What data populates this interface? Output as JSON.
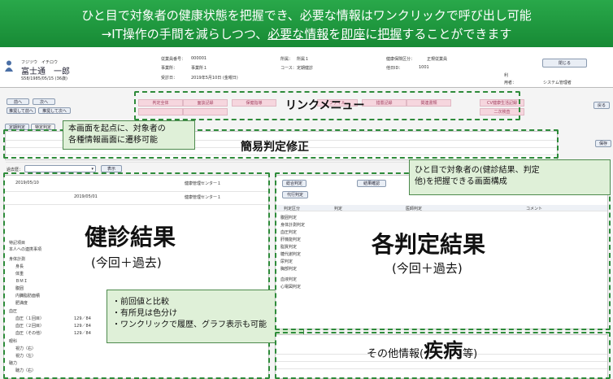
{
  "banner": {
    "line1": "ひと目で対象者の健康状態を把握でき、必要な情報はワンクリックで呼び出し可能",
    "line2_a": "→IT操作の手間を減らしつつ、",
    "line2_b": "必要な情報",
    "line2_c": "を",
    "line2_d": "即座",
    "line2_e": "に",
    "line2_f": "把握",
    "line2_g": "することができます"
  },
  "header": {
    "kana": "フジツウ　イチロウ",
    "name": "富士通　一郎",
    "dob": "S58/1985/05/15 (36歳)",
    "fields": [
      {
        "label": "従業員番号：",
        "value": "000001"
      },
      {
        "label": "事業所：",
        "value": "事業所１"
      },
      {
        "label": "受診日：",
        "value": "2019年5月10日 (金曜日)"
      },
      {
        "label": "所属：",
        "value": "所属１"
      },
      {
        "label": "コース：",
        "value": "定期健診"
      },
      {
        "label": "健康保険区分：",
        "value": "正規従業員"
      },
      {
        "label": "他日ID：",
        "value": "1001"
      },
      {
        "label": "利",
        "value": ""
      },
      {
        "label": "用者：",
        "value": "システム管理者"
      }
    ],
    "close_label": "閉じる"
  },
  "nav": {
    "prev": "前へ",
    "next": "次へ",
    "recommend_prev": "推奨して前へ",
    "recommend_next": "推奨して次へ",
    "back": "戻る"
  },
  "link_menu": {
    "label": "リンクメニュー",
    "items": [
      "判定全体",
      "面談記録",
      "保健指導",
      "措置記録",
      "ファイル",
      "関連書類",
      "CV健康生活記録",
      "二次検査"
    ]
  },
  "note1": {
    "line1": "本画面を起点に、対象者の",
    "line2": "各種情報画面に遷移可能"
  },
  "simple_judge": {
    "label": "簡易判定修正",
    "tab1": "定期判定",
    "tab2": "特定判定",
    "save": "保存"
  },
  "note2": {
    "line1": "ひと目で対象者の(健診結果、判定",
    "line2": "他)を把握できる画面構成"
  },
  "filter": {
    "label": "過去歴：",
    "button": "表示"
  },
  "exam": {
    "title": "健診結果",
    "sub": "(今回＋過去)",
    "current_date": "2019/05/10",
    "past_date": "2019/05/01",
    "center": "健康管理センター１",
    "rows": [
      "特記項目",
      "本人への連携事項",
      "身体計測",
      "身長",
      "体重",
      "ＢＭＩ",
      "腹囲",
      "内臓脂肪面積",
      "肥満度",
      "血圧",
      "血圧（１回目）",
      "血圧（２回目）",
      "血圧（その他）",
      "眼科",
      "視力（右）",
      "視力（左）",
      "聴力",
      "聴力（右）"
    ],
    "bp1": "129／84",
    "bp2": "129／84",
    "bp3": "129／84"
  },
  "note3": {
    "b1": "・前回値と比較",
    "b2": "・有所見は色分け",
    "b3": "・ワンクリックで履歴、グラフ表示も可能"
  },
  "judge": {
    "title": "各判定結果",
    "sub": "(今回＋過去)",
    "tab1": "総合判定",
    "tab2": "結果確認",
    "tab3": "代行判定",
    "headers": [
      "判定区分",
      "判定",
      "医師判定",
      "コメント"
    ],
    "rows": [
      "腹囲判定",
      "身体計測判定",
      "血圧判定",
      "肝機能判定",
      "脂質判定",
      "糖代謝判定",
      "尿判定",
      "胸部判定",
      "血液判定",
      "心電図判定"
    ]
  },
  "other": {
    "pre": "その他情報(",
    "big": "疾病",
    "post": "等)"
  },
  "colors": {
    "banner": "#1f9a40",
    "dash": "#2e8b3a",
    "note_bg": "#dff0d8",
    "pink": "#f6d6de"
  }
}
